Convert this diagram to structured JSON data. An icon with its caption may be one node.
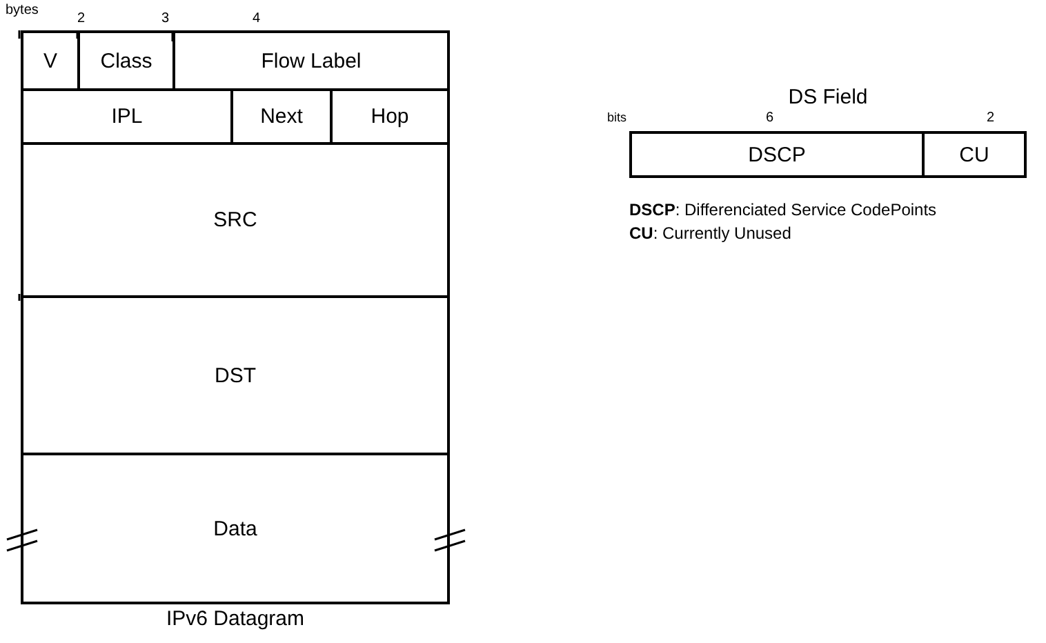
{
  "diagram": {
    "nodes": [
      {
        "text": [
          "IPv6 Datagram"
        ]
      },
      {
        "text": [
          "V"
        ],
        "in": 0
      },
      {
        "text": [
          "Class"
        ],
        "in": 0
      },
      {
        "text": [
          "Flow Label"
        ],
        "in": 0
      },
      {
        "text": [
          "IPL"
        ],
        "in": 0
      },
      {
        "text": [
          "Next"
        ],
        "in": 0
      },
      {
        "text": [
          "Hop"
        ],
        "in": 0
      },
      {
        "text": [
          "SRC"
        ],
        "in": 0
      },
      {
        "text": [
          "DST"
        ],
        "in": 0
      },
      {
        "text": [
          "Data"
        ],
        "in": 0
      },
      {
        "text": [
          "DS Field"
        ]
      },
      {
        "text": [
          "DSCP"
        ],
        "in": 10
      },
      {
        "text": [
          "CU"
        ],
        "in": 10
      }
    ],
    "labels": [
      "bytes",
      "2",
      "3",
      "4",
      "bits",
      "6",
      "2",
      "**DSCP**: Differenciated Service CodePoints",
      "**CU**: Currently Unused"
    ]
  }
}
